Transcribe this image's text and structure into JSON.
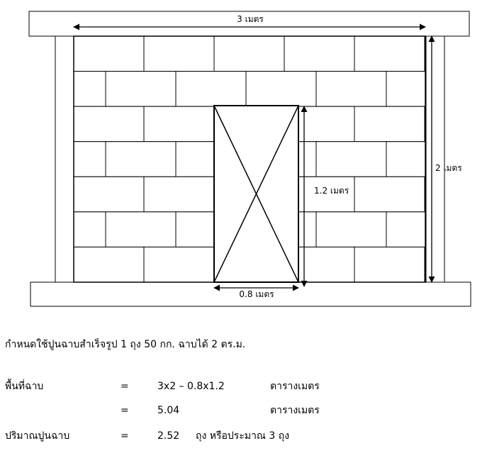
{
  "diagram": {
    "top_width_label": "3 เมตร",
    "right_height_label": "2 เมตร",
    "door_height_label": "1.2 เมตร",
    "door_width_label": "0.8 เมตร"
  },
  "note": "กำหนดใช้ปูนฉาบสำเร็จรูป 1 ถุง 50 กก. ฉาบได้ 2 ตร.ม.",
  "calc": {
    "row1": {
      "label": "พื้นที่ฉาบ",
      "eq": "=",
      "expr": "3x2 – 0.8x1.2",
      "unit": "ตารางเมตร"
    },
    "row2": {
      "eq": "=",
      "value": "5.04",
      "unit": "ตารางเมตร"
    },
    "row3": {
      "label": "ปริมาณปูนฉาบ",
      "eq": "=",
      "value": "2.52",
      "unit": "ถุง หรือประมาณ 3 ถุง"
    }
  }
}
